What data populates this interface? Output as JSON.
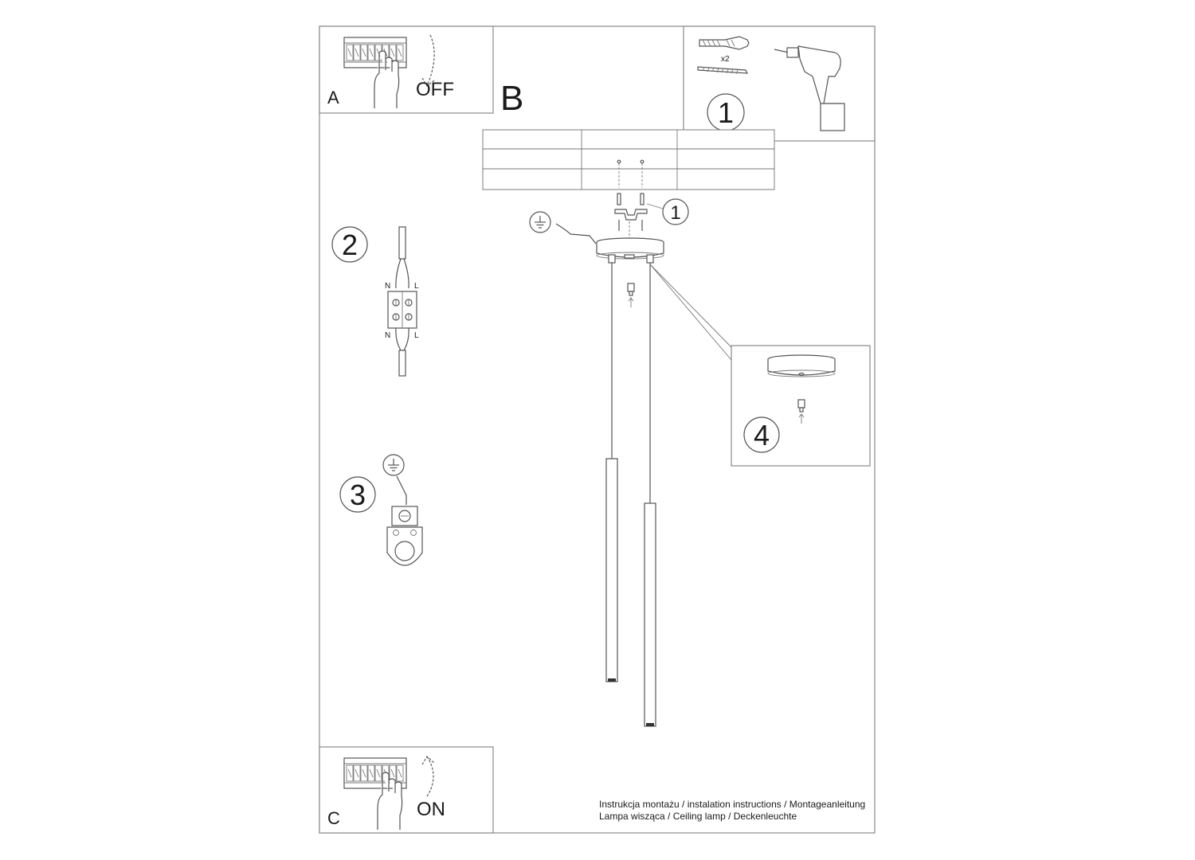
{
  "panels": {
    "a": {
      "letter": "A",
      "switch_word": "OFF"
    },
    "b": {
      "letter": "B"
    },
    "c": {
      "letter": "C",
      "switch_word": "ON"
    }
  },
  "steps": {
    "tools": {
      "number": "1",
      "quantity": "x2"
    },
    "mount_callout": "1",
    "wiring": {
      "number": "2",
      "neutral": "N",
      "live": "L"
    },
    "ground": {
      "number": "3"
    },
    "detail": {
      "number": "4"
    }
  },
  "icons": [
    "power-switch-icon",
    "hand-icon",
    "arrow-icon",
    "ground-symbol-icon",
    "drill-icon",
    "wall-plug-icon",
    "screw-icon",
    "terminal-block-icon"
  ],
  "footer": {
    "line1": "Instrukcja montażu / instalation instructions / Montageanleitung",
    "line2": "Lampa wisząca / Ceiling lamp / Deckenleuchte"
  }
}
